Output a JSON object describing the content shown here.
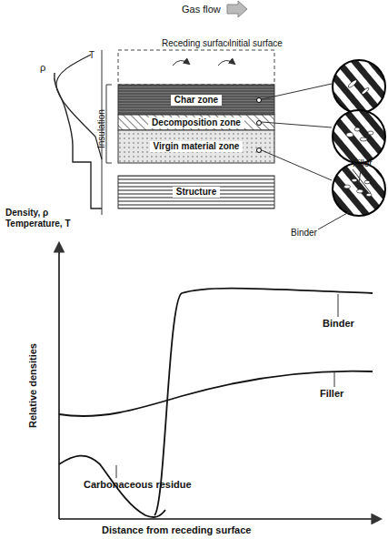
{
  "diagram": {
    "nodes": [
      {
        "text": [
          "Char zone"
        ]
      },
      {
        "text": [
          "Decomposition zone"
        ]
      },
      {
        "text": [
          "Virgin material zone"
        ]
      },
      {
        "text": [
          "Structure"
        ]
      }
    ],
    "labels": [
      "Gas flow",
      "Receding surface",
      "Initial surface",
      "ρ",
      "T",
      "Insulation",
      "Density, ρ",
      "Temperature, T",
      "Filler",
      "Binder",
      "Relative densities",
      "Binder",
      "Filler",
      "Carbonaceous residue",
      "Distance from receding surface"
    ]
  }
}
